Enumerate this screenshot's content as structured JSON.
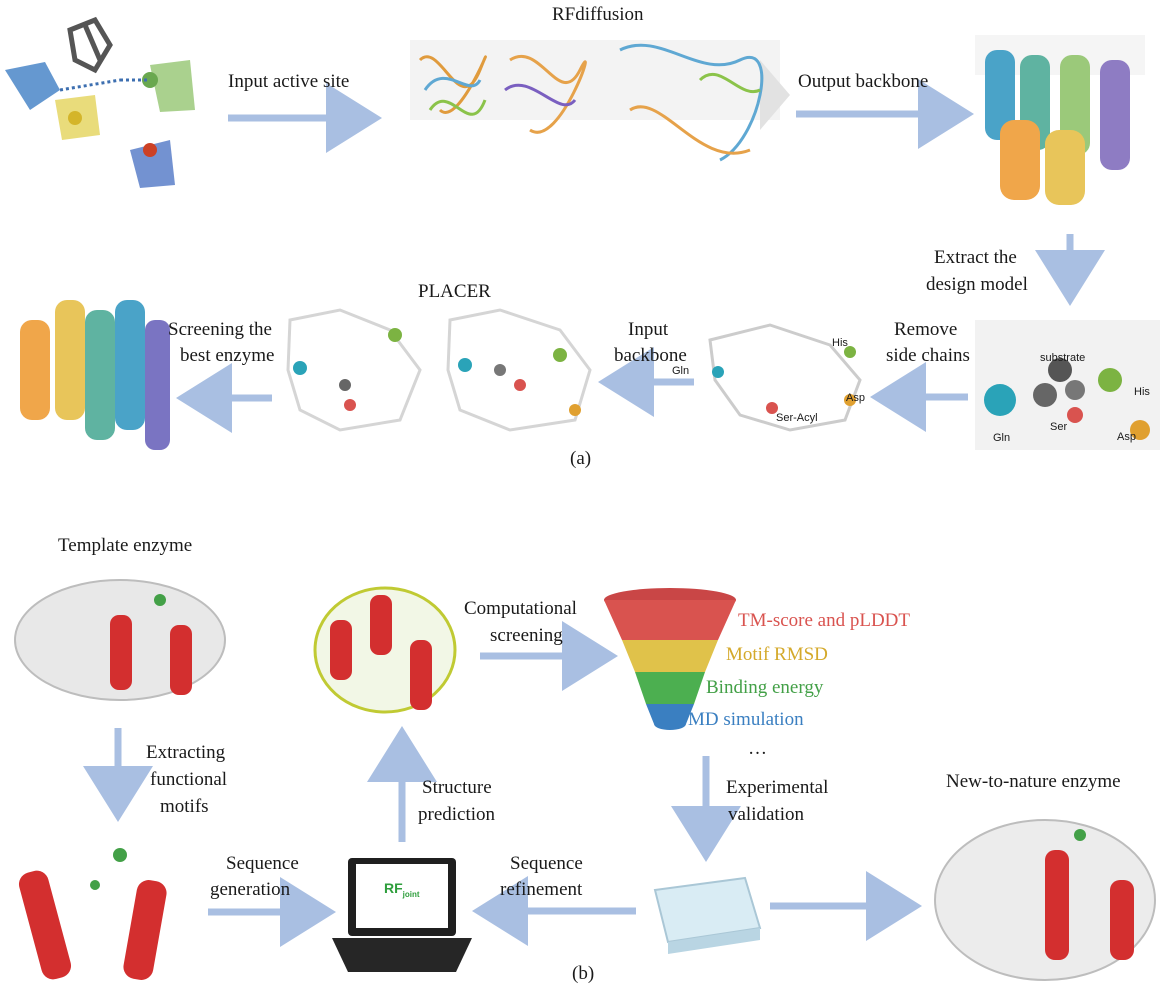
{
  "panel_a": {
    "label": "(a)",
    "rfdiffusion_title": "RFdiffusion",
    "placer_title": "PLACER",
    "arrow_labels": {
      "input_active_site": "Input active site",
      "output_backbone": "Output backbone",
      "extract_line1": "Extract the",
      "extract_line2": "design model",
      "remove_line1": "Remove",
      "remove_line2": "side chains",
      "input_backbone_line1": "Input",
      "input_backbone_line2": "backbone",
      "screening_line1": "Screening the",
      "screening_line2": "best enzyme"
    },
    "residue_labels": {
      "substrate": "substrate",
      "gln": "Gln",
      "ser": "Ser",
      "his": "His",
      "asp": "Asp",
      "ser_acyl": "Ser-Acyl"
    }
  },
  "panel_b": {
    "label": "(b)",
    "template_enzyme": "Template enzyme",
    "new_to_nature": "New-to-nature enzyme",
    "extracting_line1": "Extracting",
    "extracting_line2": "functional",
    "extracting_line3": "motifs",
    "sequence_generation_line1": "Sequence",
    "sequence_generation_line2": "generation",
    "structure_prediction_line1": "Structure",
    "structure_prediction_line2": "prediction",
    "computational_screening_line1": "Computational",
    "computational_screening_line2": "screening",
    "sequence_refinement_line1": "Sequence",
    "sequence_refinement_line2": "refinement",
    "experimental_validation_line1": "Experimental",
    "experimental_validation_line2": "validation",
    "laptop_screen_text": "RF",
    "laptop_screen_sub": "joint",
    "funnel": {
      "levels": [
        {
          "label": "TM-score and pLDDT",
          "color": "#d9534f"
        },
        {
          "label": "Motif  RMSD",
          "color": "#e0c24a"
        },
        {
          "label": "Binding energy",
          "color": "#4caf50"
        },
        {
          "label": "MD simulation",
          "color": "#3a7fc1"
        }
      ],
      "ellipsis": "…"
    }
  }
}
